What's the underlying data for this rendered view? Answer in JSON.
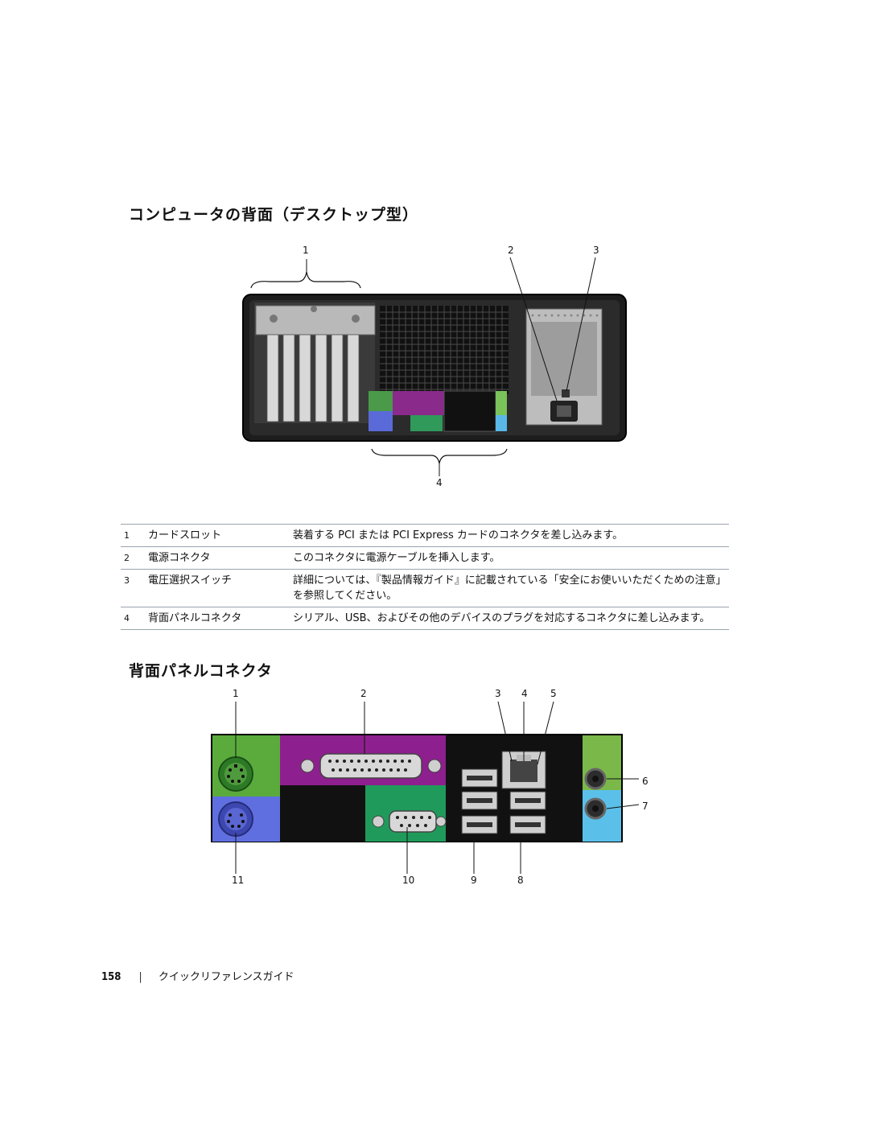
{
  "section1": {
    "title": "コンピュータの背面（デスクトップ型）"
  },
  "figure1": {
    "callouts": [
      "1",
      "2",
      "3",
      "4"
    ]
  },
  "table": [
    {
      "num": "1",
      "name": "カードスロット",
      "desc": "装着する PCI または PCI Express カードのコネクタを差し込みます。"
    },
    {
      "num": "2",
      "name": "電源コネクタ",
      "desc": "このコネクタに電源ケーブルを挿入します。"
    },
    {
      "num": "3",
      "name": "電圧選択スイッチ",
      "desc": "詳細については、『製品情報ガイド』に記載されている「安全にお使いいただくための注意」を参照してください。"
    },
    {
      "num": "4",
      "name": "背面パネルコネクタ",
      "desc": "シリアル、USB、およびその他のデバイスのプラグを対応するコネクタに差し込みます。"
    }
  ],
  "section2": {
    "title": "背面パネルコネクタ"
  },
  "figure2": {
    "callouts": [
      "1",
      "2",
      "3",
      "4",
      "5",
      "6",
      "7",
      "8",
      "9",
      "10",
      "11"
    ]
  },
  "footer": {
    "page": "158",
    "separator": "|",
    "guide": "クイックリファレンスガイド"
  }
}
